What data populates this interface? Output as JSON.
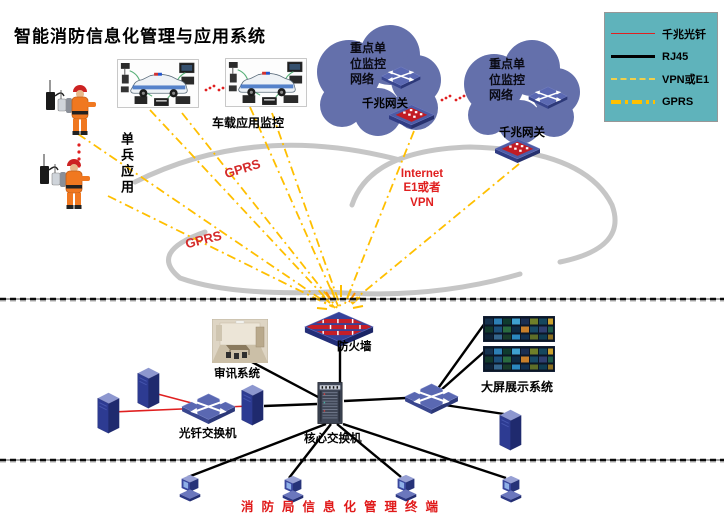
{
  "title": "智能消防信息化管理与应用系统",
  "legend": {
    "items": [
      {
        "label": "千兆光钎",
        "type": "fiber",
        "color": "#e02020"
      },
      {
        "label": "RJ45",
        "type": "rj45",
        "color": "#000000"
      },
      {
        "label": "VPN或E1",
        "type": "vpn",
        "color": "#f0d04a"
      },
      {
        "label": "GPRS",
        "type": "gprs",
        "color": "#ffc000"
      }
    ]
  },
  "top": {
    "soldier_label": "单兵应用",
    "vehicle_label": "车载应用监控",
    "cloud_left_label": "重点单位监控网络",
    "cloud_right_label": "重点单位监控网络",
    "gateway_left_label": "千兆网关",
    "gateway_right_label": "千兆网关",
    "gprs_upper": "GPRS",
    "gprs_lower": "GPRS",
    "internet": {
      "line1": "Internet",
      "line2": "E1或者",
      "line3": "VPN"
    }
  },
  "bottom": {
    "firewall_label": "防火墙",
    "interrogation_label": "审讯系统",
    "fiber_switch_label": "光钎交换机",
    "core_switch_label": "核心交换机",
    "big_screen_label": "大屏展示系统",
    "terminal_label": "消防局信息化管理终端"
  }
}
